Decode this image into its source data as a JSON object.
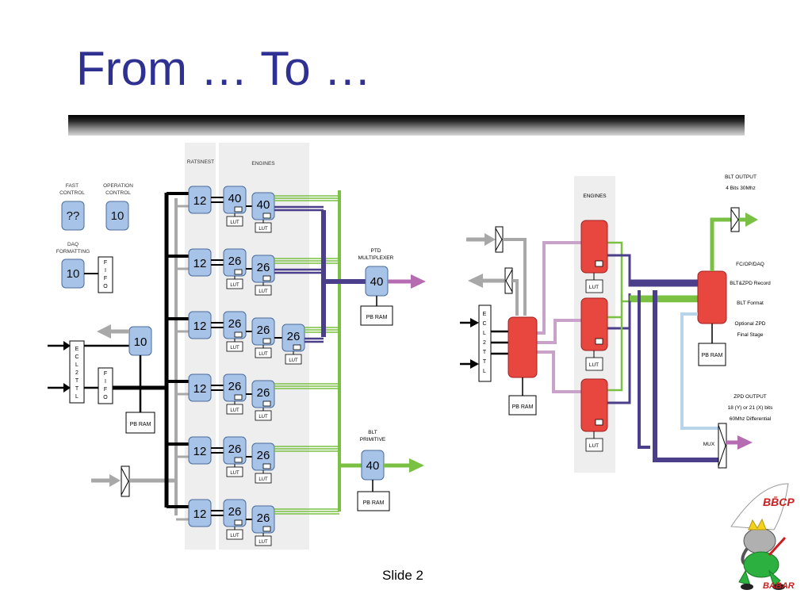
{
  "slide": {
    "title": "From … To …",
    "footer": "Slide  2"
  },
  "colors": {
    "title": "#2e3192",
    "engine_old": "#a7c4e8",
    "engine_new": "#e8473f",
    "green": "#7ac143",
    "purple": "#4b3f8c",
    "gray": "#a8a8a8",
    "pink": "#c8a2c8",
    "lightblue": "#b8d4ea"
  },
  "old_system": {
    "header_ratsnest": "RATSNEST",
    "header_engines": "ENGINES",
    "fast_control": {
      "label_line1": "FAST",
      "label_line2": "CONTROL",
      "value": "??"
    },
    "operation_control": {
      "label_line1": "OPERATION",
      "label_line2": "CONTROL",
      "value": "10"
    },
    "daq_formatting": {
      "label_line1": "DAQ",
      "label_line2": "FORMATTING",
      "value": "10"
    },
    "fifo_letters": [
      "F",
      "I",
      "F",
      "O"
    ],
    "ecl2ttl_letters": [
      "E",
      "C",
      "L",
      "2",
      "T",
      "T",
      "L"
    ],
    "input_node": "10",
    "pb_ram": "PB RAM",
    "ratsnest_values": [
      "12",
      "12",
      "12",
      "12",
      "12",
      "12"
    ],
    "engine_rows": [
      [
        "40",
        "40"
      ],
      [
        "26",
        "26"
      ],
      [
        "26",
        "26",
        "26"
      ],
      [
        "26",
        "26"
      ],
      [
        "26",
        "26"
      ],
      [
        "26",
        "26"
      ]
    ],
    "lut": "LUT",
    "ptd_mux": {
      "label_line1": "PTD",
      "label_line2": "MULTIPLEXER",
      "value": "40",
      "ram": "PB RAM"
    },
    "blt_prim": {
      "label_line1": "BLT",
      "label_line2": "PRIMITIVE",
      "value": "40",
      "ram": "PB RAM"
    }
  },
  "new_system": {
    "engines_label": "ENGINES",
    "ecl2ttl_letters": [
      "E",
      "C",
      "L",
      "2",
      "T",
      "T",
      "L"
    ],
    "pb_ram_left": "PB RAM",
    "lut": "LUT",
    "blt_output": {
      "line1": "BLT OUTPUT",
      "line2": "4 Bits 30Mhz"
    },
    "functions": [
      "FC/OP/DAQ",
      "BLT&ZPD Record",
      "BLT Format",
      "Optional ZPD",
      "Final Stage"
    ],
    "pb_ram_right": "PB RAM",
    "zpd_output": {
      "line1": "ZPD OUTPUT",
      "line2": "18 (Y) or 21 (X) bits",
      "line3": "60Mhz Differential"
    },
    "mux": "MUX"
  },
  "logo": {
    "top_text": "BB̄CP",
    "bottom_text": "BABAR"
  }
}
